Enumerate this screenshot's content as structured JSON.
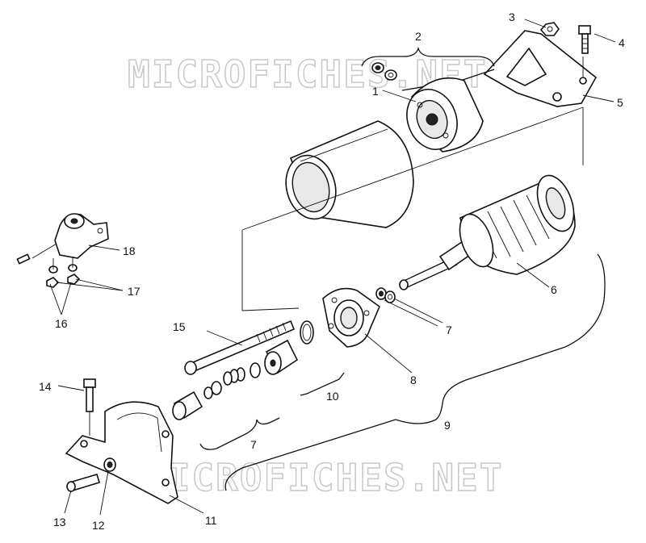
{
  "watermark": "MICROFICHES.NET",
  "callouts": {
    "c1": "1",
    "c2": "2",
    "c3": "3",
    "c4": "4",
    "c5": "5",
    "c6": "6",
    "c7a": "7",
    "c7b": "7",
    "c8": "8",
    "c9": "9",
    "c10": "10",
    "c11": "11",
    "c12": "12",
    "c13": "13",
    "c14": "14",
    "c15": "15",
    "c16": "16",
    "c17": "17",
    "c18": "18"
  }
}
